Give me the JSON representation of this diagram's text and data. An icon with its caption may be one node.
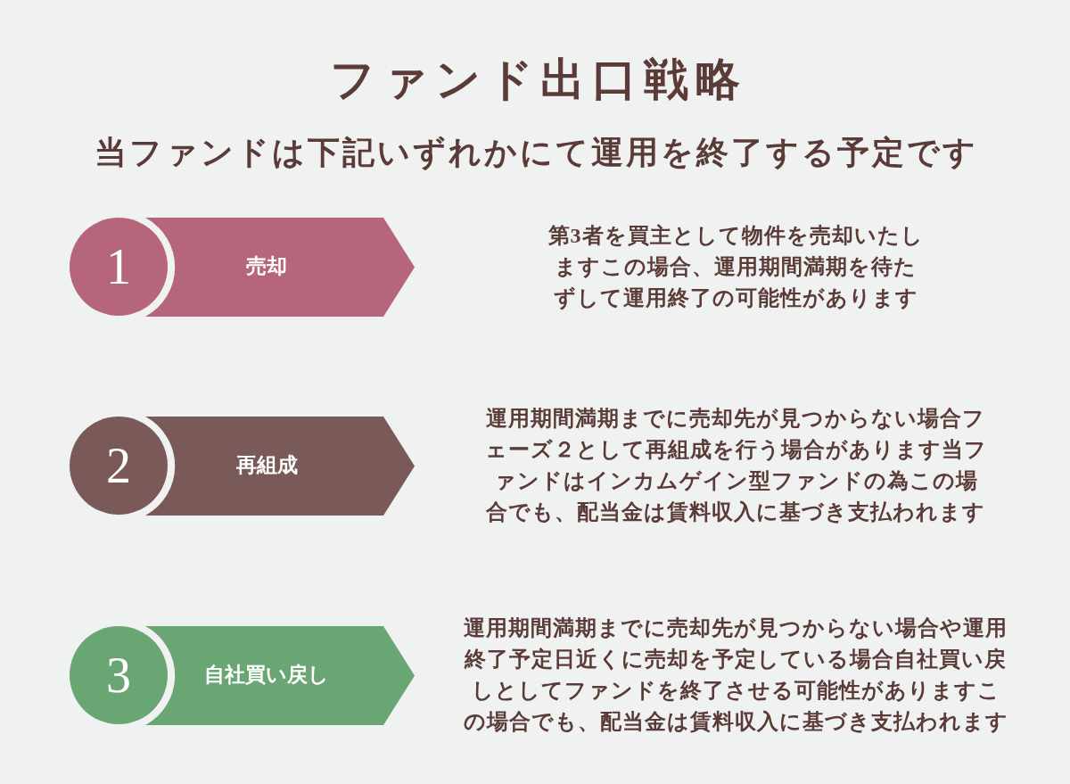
{
  "diagram": {
    "title": "ファンド出口戦略",
    "nodes": [
      {
        "text": [
          "1"
        ]
      },
      {
        "text": [
          "売却"
        ]
      },
      {
        "text": [
          "2"
        ]
      },
      {
        "text": [
          "再組成"
        ]
      },
      {
        "text": [
          "3"
        ]
      },
      {
        "text": [
          "自社買い戻し"
        ]
      }
    ],
    "labels": [
      "当ファンドは下記いずれかにて運用を終了する予定です",
      "第3者を買主として物件を売却いたしますこの場合、運用期間満期を待たずして運用終了の可能性があります",
      "運用期間満期までに売却先が見つからない場合フェーズ２として再組成を行う場合があります当ファンドはインカムゲイン型ファンドの為この場合でも、配当金は賃料収入に基づき支払われます",
      "運用期間満期までに売却先が見つからない場合や運用終了予定日近くに売却を予定している場合自社買い戻しとしてファンドを終了させる可能性がありますこの場合でも、配当金は賃料収入に基づき支払われます"
    ]
  }
}
